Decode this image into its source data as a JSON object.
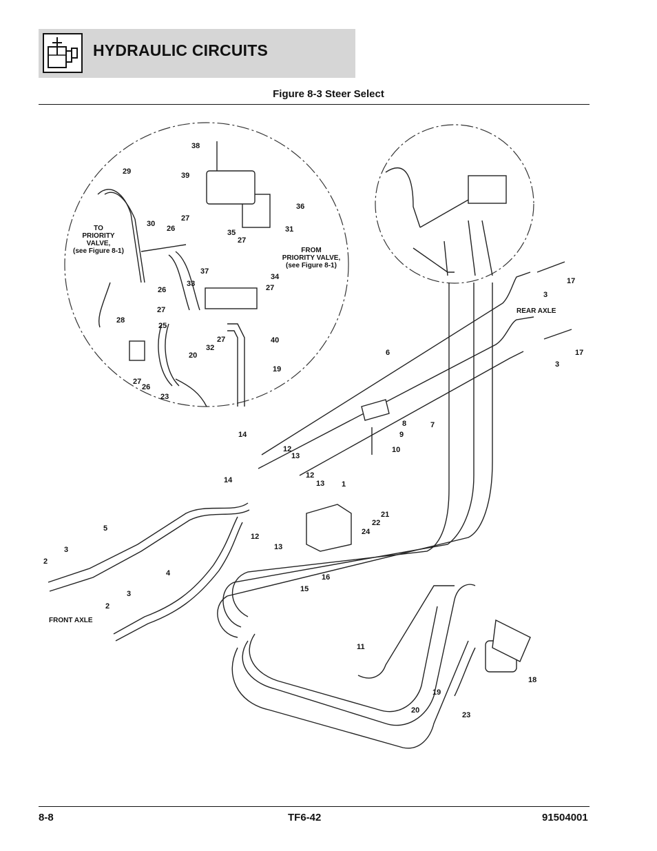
{
  "header": {
    "title": "HYDRAULIC CIRCUITS",
    "icon": "hydraulic-circuit-icon"
  },
  "figure": {
    "title": "Figure 8-3 Steer Select"
  },
  "notes": {
    "to_priority": [
      "TO",
      "PRIORITY",
      "VALVE,",
      "(see Figure 8-1)"
    ],
    "from_priority": [
      "FROM",
      "PRIORITY VALVE,",
      "(see Figure 8-1)"
    ],
    "rear_axle": "REAR AXLE",
    "front_axle": "FRONT AXLE"
  },
  "callouts": [
    "38",
    "39",
    "29",
    "36",
    "27",
    "26",
    "30",
    "31",
    "35",
    "27",
    "37",
    "34",
    "33",
    "27",
    "26",
    "28",
    "27",
    "25",
    "40",
    "27",
    "32",
    "20",
    "19",
    "27",
    "26",
    "23",
    "17",
    "3",
    "17",
    "3",
    "6",
    "8",
    "7",
    "9",
    "10",
    "14",
    "12",
    "13",
    "12",
    "13",
    "14",
    "1",
    "21",
    "22",
    "24",
    "5",
    "12",
    "13",
    "16",
    "15",
    "2",
    "3",
    "4",
    "3",
    "2",
    "11",
    "18",
    "19",
    "20",
    "23"
  ],
  "footer": {
    "page": "8-8",
    "model": "TF6-42",
    "part_number": "91504001"
  }
}
